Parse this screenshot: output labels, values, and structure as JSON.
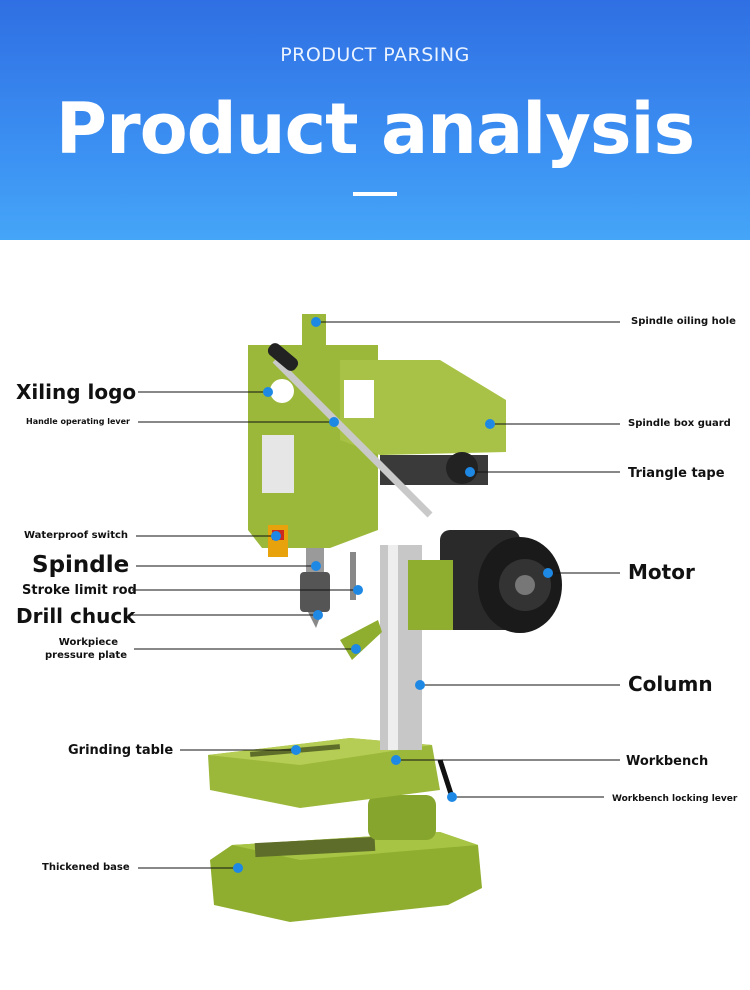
{
  "header": {
    "subtitle": "PRODUCT PARSING",
    "title": "Product analysis"
  },
  "colors": {
    "header_top": "#2f6fe3",
    "header_bottom": "#45a5f7",
    "machine_green": "#9bb83a",
    "motor_black": "#1a1a1a",
    "marker_blue": "#1e88e5"
  },
  "labels": {
    "spindle_oiling_hole": "Spindle oiling hole",
    "xiling_logo": "Xiling logo",
    "handle_operating_lever": "Handle operating lever",
    "spindle_box_guard": "Spindle box guard",
    "triangle_tape": "Triangle tape",
    "waterproof_switch": "Waterproof switch",
    "spindle": "Spindle",
    "stroke_limit_rod": "Stroke limit rod",
    "drill_chuck": "Drill chuck",
    "motor": "Motor",
    "workpiece_pressure_plate_1": "Workpiece",
    "workpiece_pressure_plate_2": "pressure plate",
    "column": "Column",
    "grinding_table": "Grinding table",
    "workbench": "Workbench",
    "workbench_locking_lever": "Workbench locking lever",
    "thickened_base": "Thickened base"
  }
}
